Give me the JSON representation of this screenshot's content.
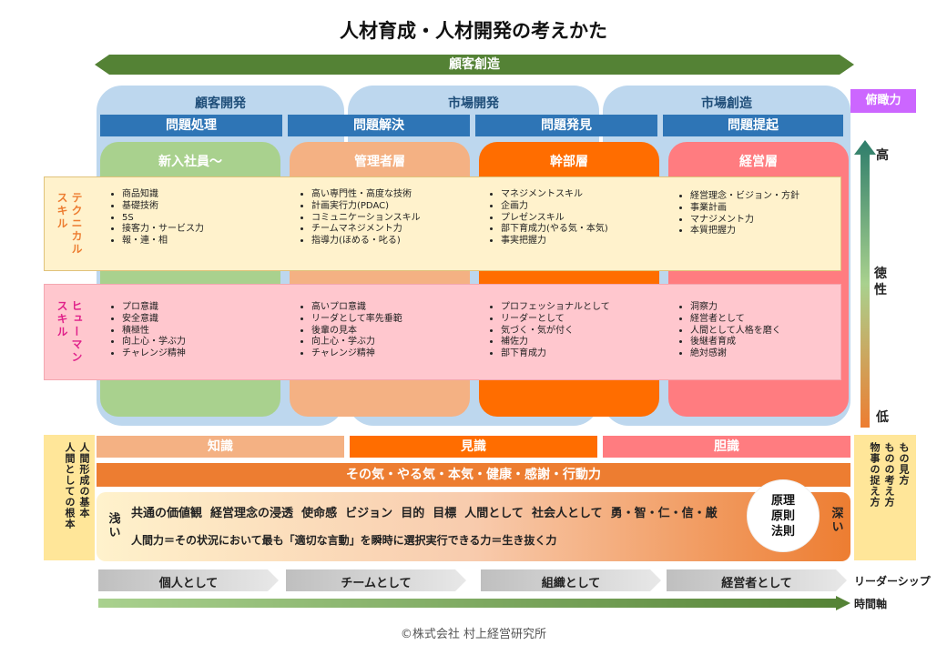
{
  "title": "人材育成・人材開発の考えかた",
  "top_arrow": "顧客創造",
  "panels": [
    "顧客開発",
    "市場開発",
    "市場創造"
  ],
  "problems": [
    "問題処理",
    "問題解決",
    "問題発見",
    "問題提起"
  ],
  "columns": [
    "新入社員～",
    "管理者層",
    "幹部層",
    "経営層"
  ],
  "technical": {
    "label": "テクニカル\nスキル",
    "items": [
      [
        "商品知識",
        "基礎技術",
        "5S",
        "接客力・サービス力",
        "報・連・相"
      ],
      [
        "高い専門性・高度な技術",
        "計画実行力(PDAC)",
        "コミュニケーションスキル",
        "チームマネジメント力",
        "指導力(ほめる・叱る)"
      ],
      [
        "マネジメントスキル",
        "企画力",
        "プレゼンスキル",
        "部下育成力(やる気・本気)",
        "事実把握力"
      ],
      [
        "経営理念・ビジョン・方針",
        "事業計画",
        "マナジメント力",
        "本質把握力"
      ]
    ]
  },
  "human": {
    "label": "ヒューマン\nスキル",
    "items": [
      [
        "プロ意識",
        "安全意識",
        "積極性",
        "向上心・学ぶ力",
        "チャレンジ精神"
      ],
      [
        "高いプロ意識",
        "リーダとして率先垂範",
        "後輩の見本",
        "向上心・学ぶ力",
        "チャレンジ精神"
      ],
      [
        "プロフェッショナルとして",
        "リーダーとして",
        "気づく・気が付く",
        "補佐力",
        "部下育成力"
      ],
      [
        "洞察力",
        "経営者として",
        "人間として人格を磨く",
        "後継者育成",
        "絶対感謝"
      ]
    ]
  },
  "right_tag": "俯瞰力",
  "scale": {
    "high": "高",
    "mid": "徳性",
    "low": "低"
  },
  "left_root": "人間形成の基本\n人間としての根本",
  "right_view": "もの見方\nものの考え方\n物事の捉え方",
  "tri": [
    "知識",
    "見識",
    "胆識"
  ],
  "spirit": "その気・やる気・本気・健康・感謝・行動力",
  "values": {
    "shallow": "浅い",
    "deep": "深い",
    "line1": "共通の価値観  経営理念の浸透  使命感  ビジョン  目的  目標  人間として  社会人として  勇・智・仁・信・厳",
    "line2": "人間力＝その状況において最も「適切な言動」を瞬時に選択実行できる力＝生き抜く力",
    "circle": "原理\n原則\n法則"
  },
  "stages": [
    "個人として",
    "チームとして",
    "組織として",
    "経営者として"
  ],
  "leadership": "リーダーシップ",
  "time_axis": "時間軸",
  "footer": "©株式会社  村上経営研究所",
  "colors": {
    "green_arrow": "#548235",
    "blue_panel": "#bdd7ee",
    "navy": "#2e75b6",
    "col1": "#a9d18e",
    "col2": "#f4b183",
    "col3": "#ff6d00",
    "col4": "#ff7c80",
    "tech_band": "#fff2cc",
    "human_band": "#ffc7ce",
    "purple": "#cc66ff",
    "orange": "#ed7d31"
  }
}
